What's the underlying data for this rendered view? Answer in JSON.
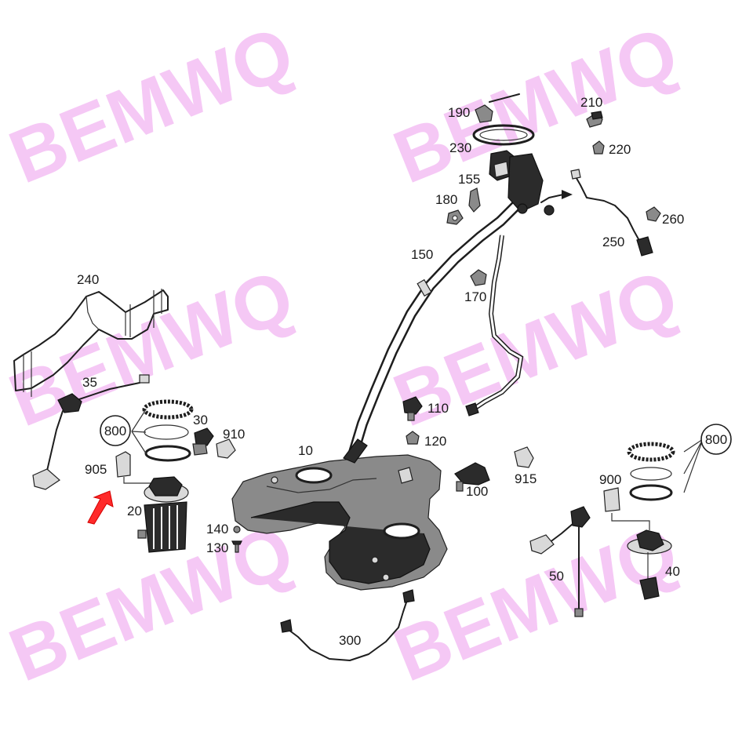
{
  "watermark": "BEMWQ",
  "callouts": {
    "c10": "10",
    "c20": "20",
    "c30": "30",
    "c35": "35",
    "c40": "40",
    "c50": "50",
    "c100": "100",
    "c110": "110",
    "c120": "120",
    "c130": "130",
    "c140": "140",
    "c150": "150",
    "c155": "155",
    "c170": "170",
    "c180": "180",
    "c190": "190",
    "c210": "210",
    "c220": "220",
    "c230": "230",
    "c240": "240",
    "c250": "250",
    "c260": "260",
    "c300": "300",
    "c800a": "800",
    "c800b": "800",
    "c900": "900",
    "c905": "905",
    "c910": "910",
    "c915": "915"
  },
  "colors": {
    "watermark": "#f2b6f2",
    "arrow": "#ff2a2a",
    "ink": "#1e1e1e"
  },
  "highlight": {
    "part": "20",
    "icon": "red-arrow-icon"
  }
}
